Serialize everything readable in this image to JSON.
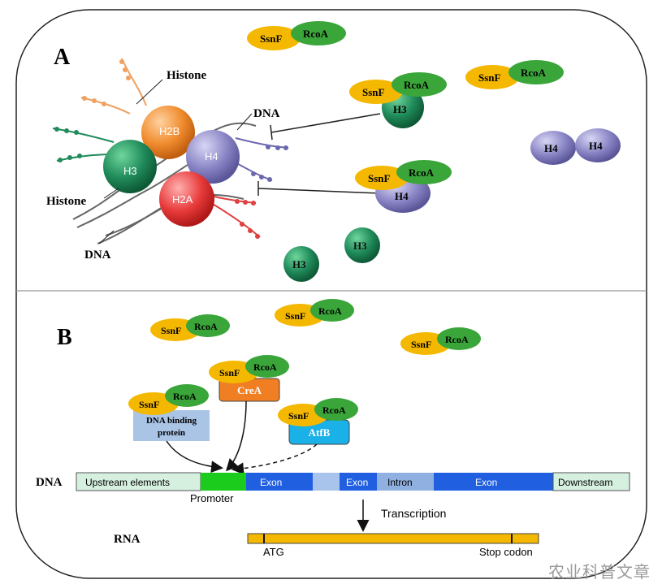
{
  "panel_a": {
    "label": "A",
    "histone_label_top": "Histone",
    "histone_label_left": "Histone",
    "dna_label_left": "DNA",
    "dna_label_right": "DNA",
    "nucleosome": {
      "h2b": "H2B",
      "h3": "H3",
      "h4": "H4",
      "h2a": "H2A"
    },
    "complexes": [
      {
        "ssnf": "SsnF",
        "rcoa": "RcoA"
      },
      {
        "ssnf": "SsnF",
        "rcoa": "RcoA"
      }
    ],
    "bound": [
      {
        "ssnf": "SsnF",
        "rcoa": "RcoA",
        "histone": "H3"
      },
      {
        "ssnf": "SsnF",
        "rcoa": "RcoA",
        "histone": "H4"
      }
    ],
    "free_h4": [
      "H4",
      "H4"
    ],
    "free_h3": [
      "H3",
      "H3"
    ]
  },
  "panel_b": {
    "label": "B",
    "complexes": [
      {
        "ssnf": "SsnF",
        "rcoa": "RcoA"
      },
      {
        "ssnf": "SsnF",
        "rcoa": "RcoA"
      },
      {
        "ssnf": "SsnF",
        "rcoa": "RcoA"
      }
    ],
    "dna_binding": {
      "ssnf": "SsnF",
      "rcoa": "RcoA",
      "box_line1": "DNA binding",
      "box_line2": "protein"
    },
    "crea": {
      "ssnf": "SsnF",
      "rcoa": "RcoA",
      "box": "CreA"
    },
    "atfb": {
      "ssnf": "SsnF",
      "rcoa": "RcoA",
      "box": "AtfB"
    },
    "dna_label": "DNA",
    "segments": {
      "upstream": "Upstream elements",
      "exon1": "Exon",
      "exon2": "Exon",
      "intron": "Intron",
      "exon3": "Exon",
      "downstream": "Downstream"
    },
    "promoter": "Promoter",
    "transcription": "Transcription",
    "rna_label": "RNA",
    "atg": "ATG",
    "stop_codon": "Stop codon"
  },
  "watermark": "农业科普文章",
  "colors": {
    "ssnf": "#f5b800",
    "rcoa": "#3aa63a",
    "h3": "#1f8a5a",
    "h4": "#8a86c6",
    "h2b": "#f08c2e",
    "h2a": "#e83b3b",
    "upstream_bg": "#d6f0e0",
    "promoter": "#1ccc1c",
    "exon": "#1f5fe0",
    "intron": "#8fb0e0",
    "crea": "#f07e22",
    "atfb": "#1ab0e8",
    "dna_binding_box": "#aac4e6",
    "rna": "#f5b800"
  }
}
